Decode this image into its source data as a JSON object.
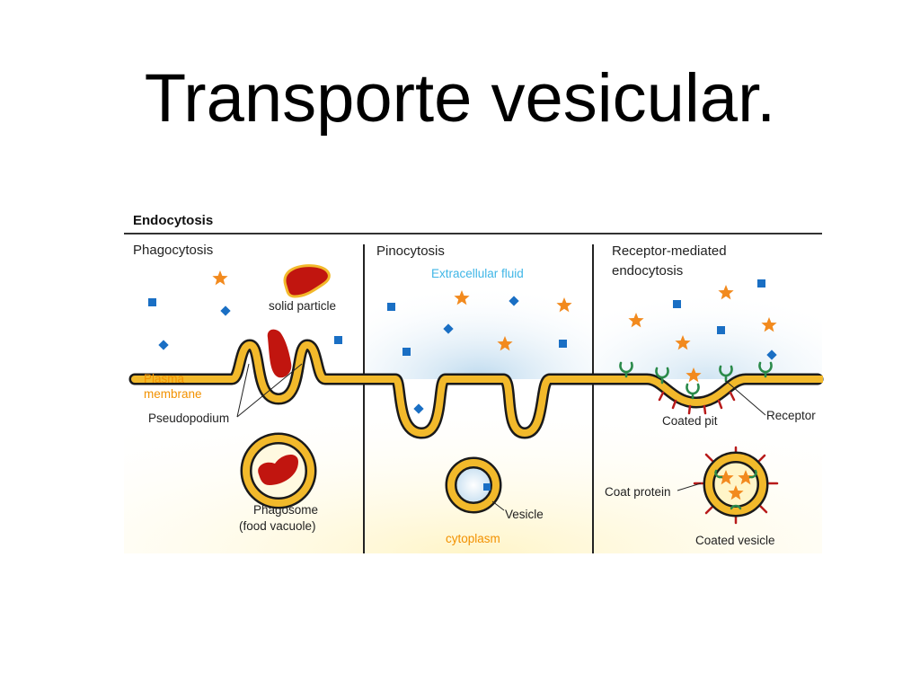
{
  "title": "Transporte vesicular.",
  "diagram": {
    "heading": "Endocytosis",
    "panels": {
      "phagocytosis": {
        "title": "Phagocytosis",
        "solid_particle": "solid particle",
        "plasma_membrane": [
          "Plasma",
          "membrane"
        ],
        "pseudopodium": "Pseudopodium",
        "phagosome": [
          "Phagosome",
          "(food vacuole)"
        ]
      },
      "pinocytosis": {
        "title": "Pinocytosis",
        "extracellular_fluid": "Extracellular fluid",
        "vesicle": "Vesicle",
        "cytoplasm": "cytoplasm"
      },
      "receptor_mediated": {
        "title": [
          "Receptor-mediated",
          "endocytosis"
        ],
        "coated_pit": "Coated pit",
        "receptor": "Receptor",
        "coat_protein": "Coat protein",
        "coated_vesicle": "Coated vesicle"
      }
    },
    "colors": {
      "membrane": "#f2b92b",
      "membrane_outline": "#1a1a1a",
      "particle": "#c1150f",
      "star": "#f28a1e",
      "square": "#1a6fc4",
      "receptor": "#2a8a4a",
      "coat": "#b81a1a",
      "label_orange": "#f29100",
      "label_blue": "#3fb6e6"
    }
  }
}
